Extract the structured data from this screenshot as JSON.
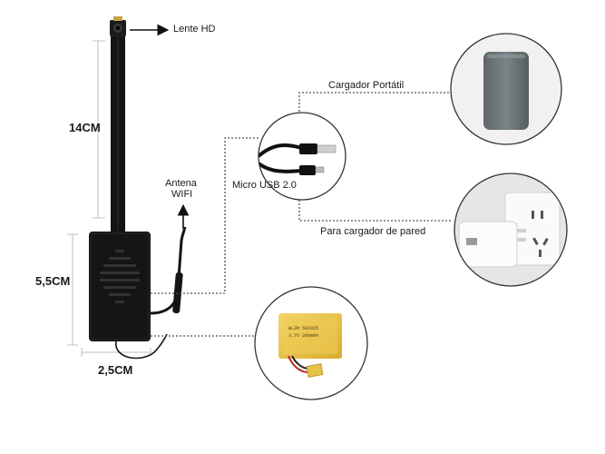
{
  "labels": {
    "lens": "Lente HD",
    "length": "14CM",
    "antenna_line1": "Antena",
    "antenna_line2": "WIFI",
    "micro_usb": "Micro USB 2.0",
    "charger_portable": "Cargador Portátil",
    "wall_charger": "Para cargador de pared",
    "height": "5,5CM",
    "width": "2,5CM"
  },
  "battery_label": {
    "line1": "WLZM 502025",
    "line2": "3.7V 200mAh"
  },
  "colors": {
    "device": "#151515",
    "accent_line": "#555555",
    "battery": "#e8c24a",
    "powerbank": "#6c7476",
    "circle_border": "#333333"
  }
}
